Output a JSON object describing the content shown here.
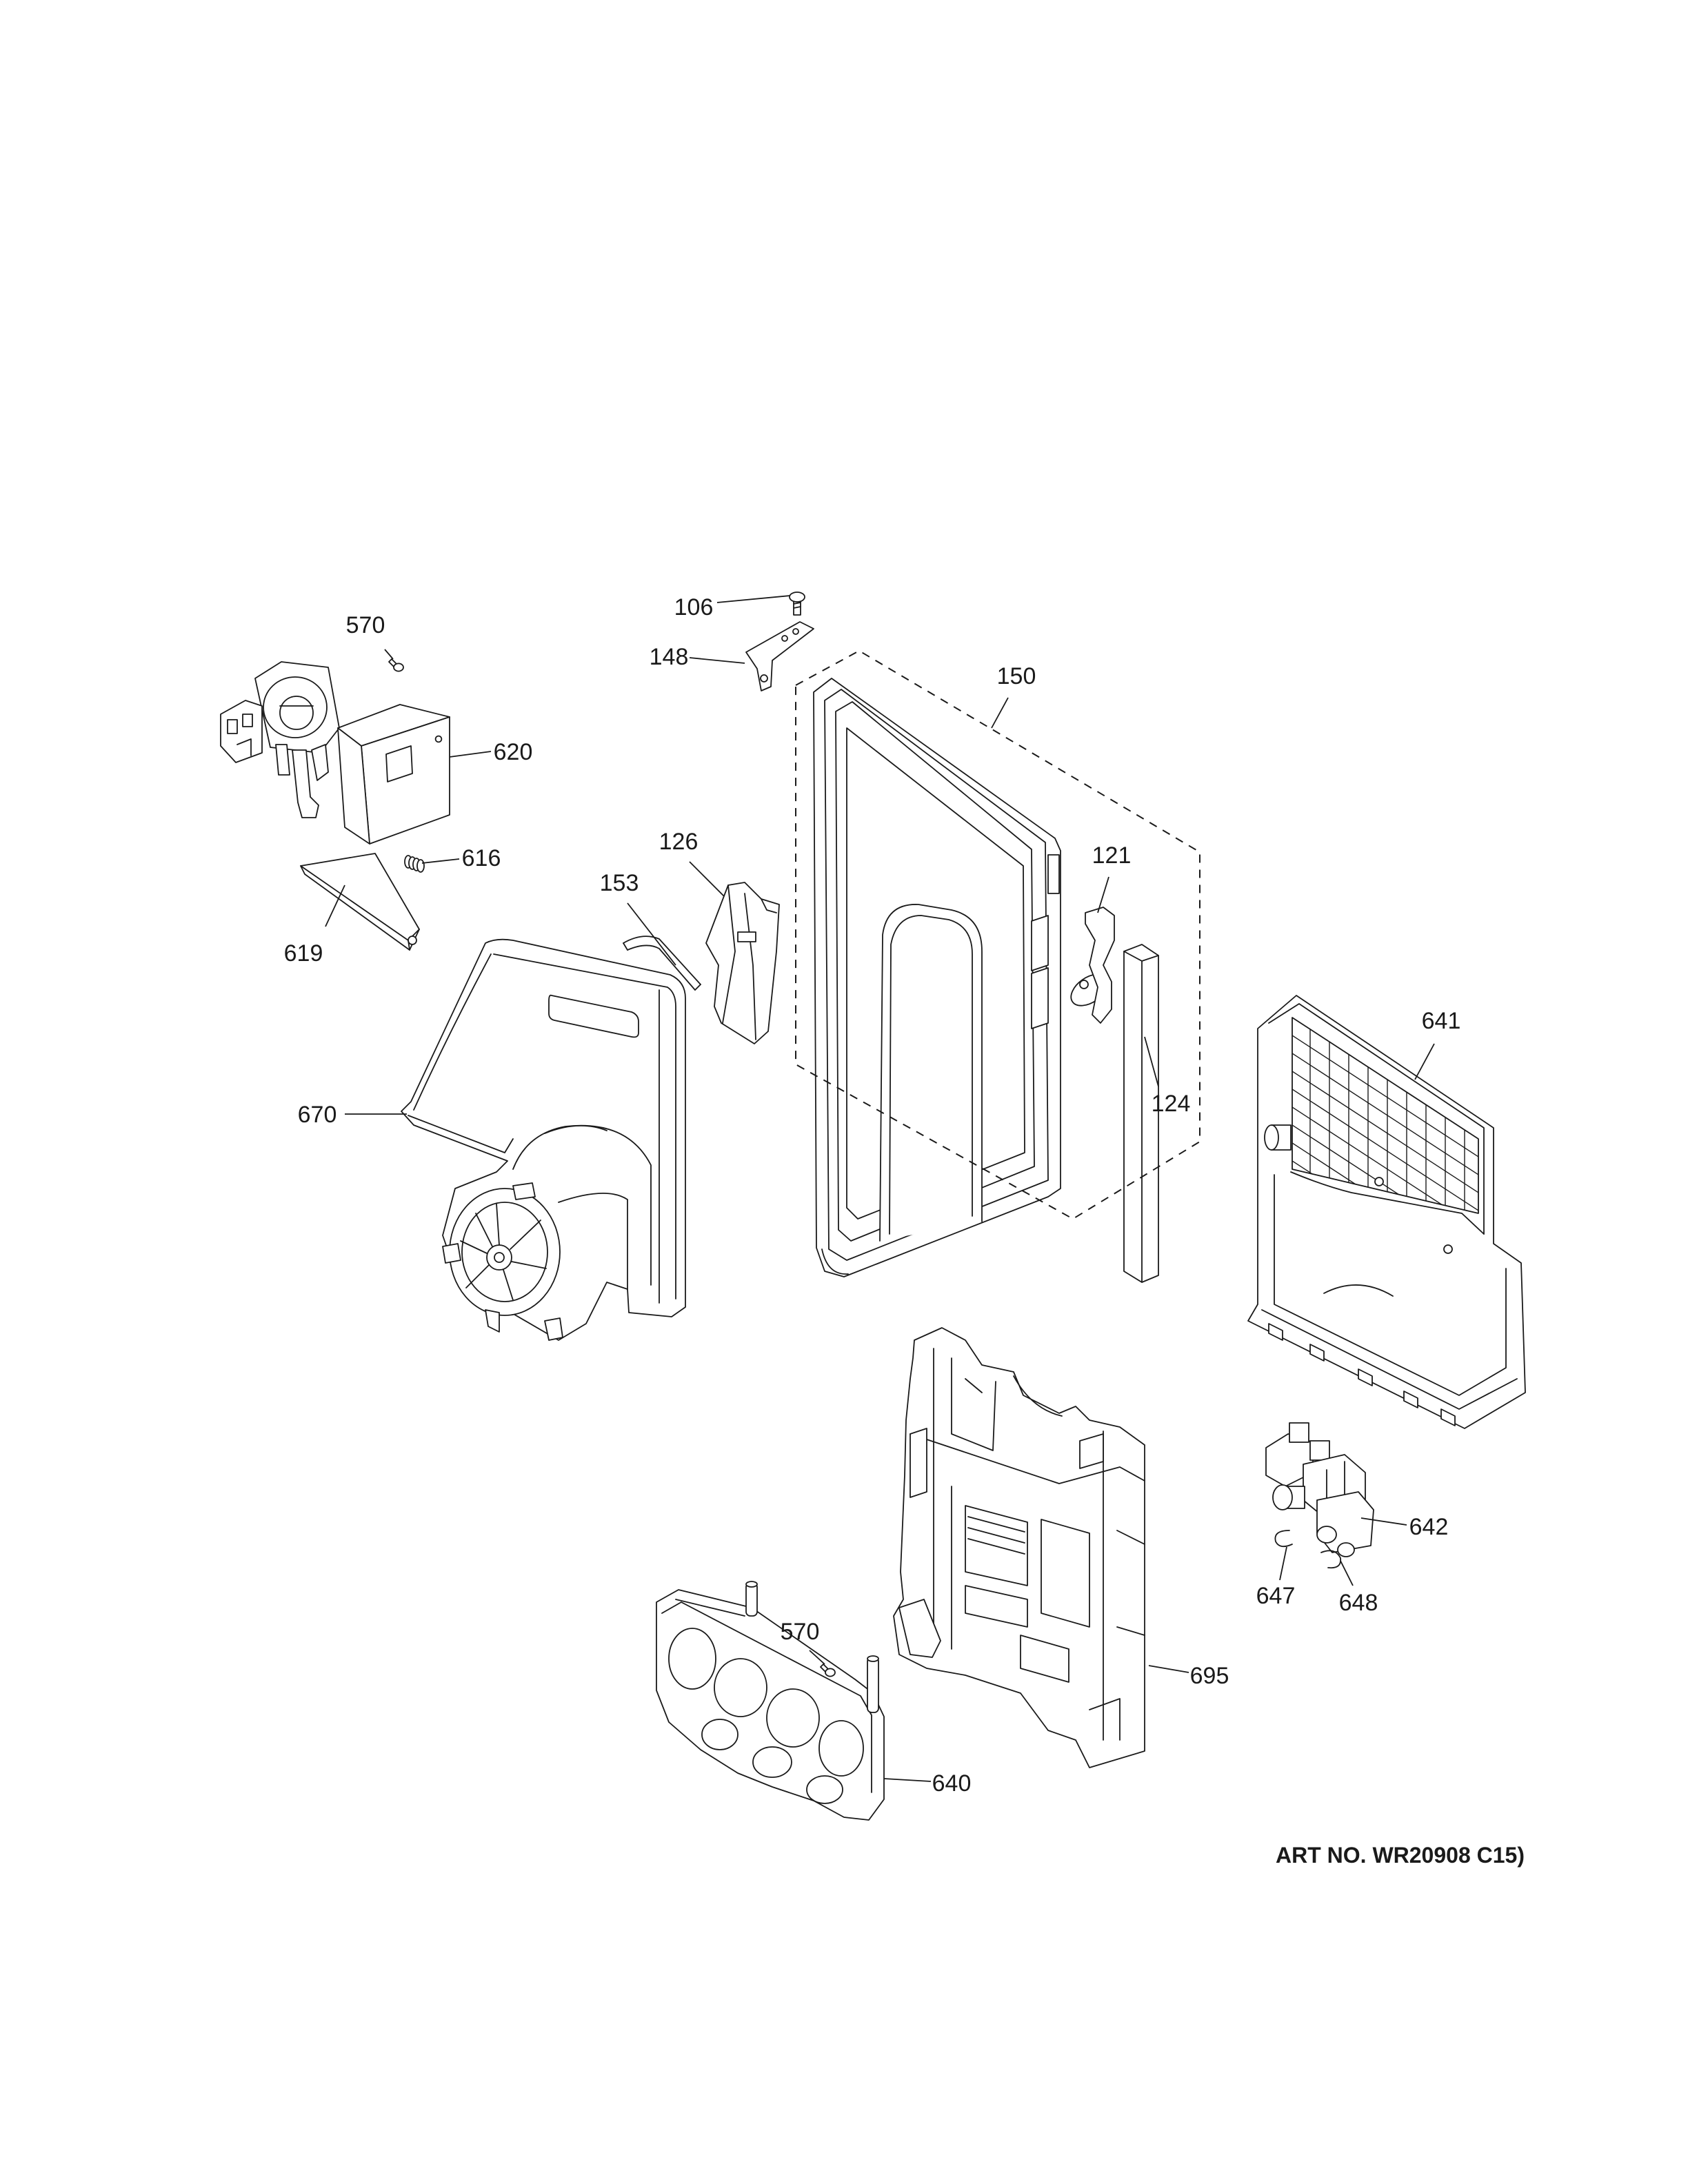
{
  "diagram": {
    "callouts": [
      "570",
      "106",
      "148",
      "150",
      "620",
      "616",
      "619",
      "126",
      "153",
      "121",
      "124",
      "641",
      "670",
      "570",
      "642",
      "647",
      "648",
      "695",
      "640"
    ],
    "art_number": "ART NO. WR20908 C15)"
  },
  "colors": {
    "ink": "#1a1a1a",
    "paper": "#ffffff"
  }
}
